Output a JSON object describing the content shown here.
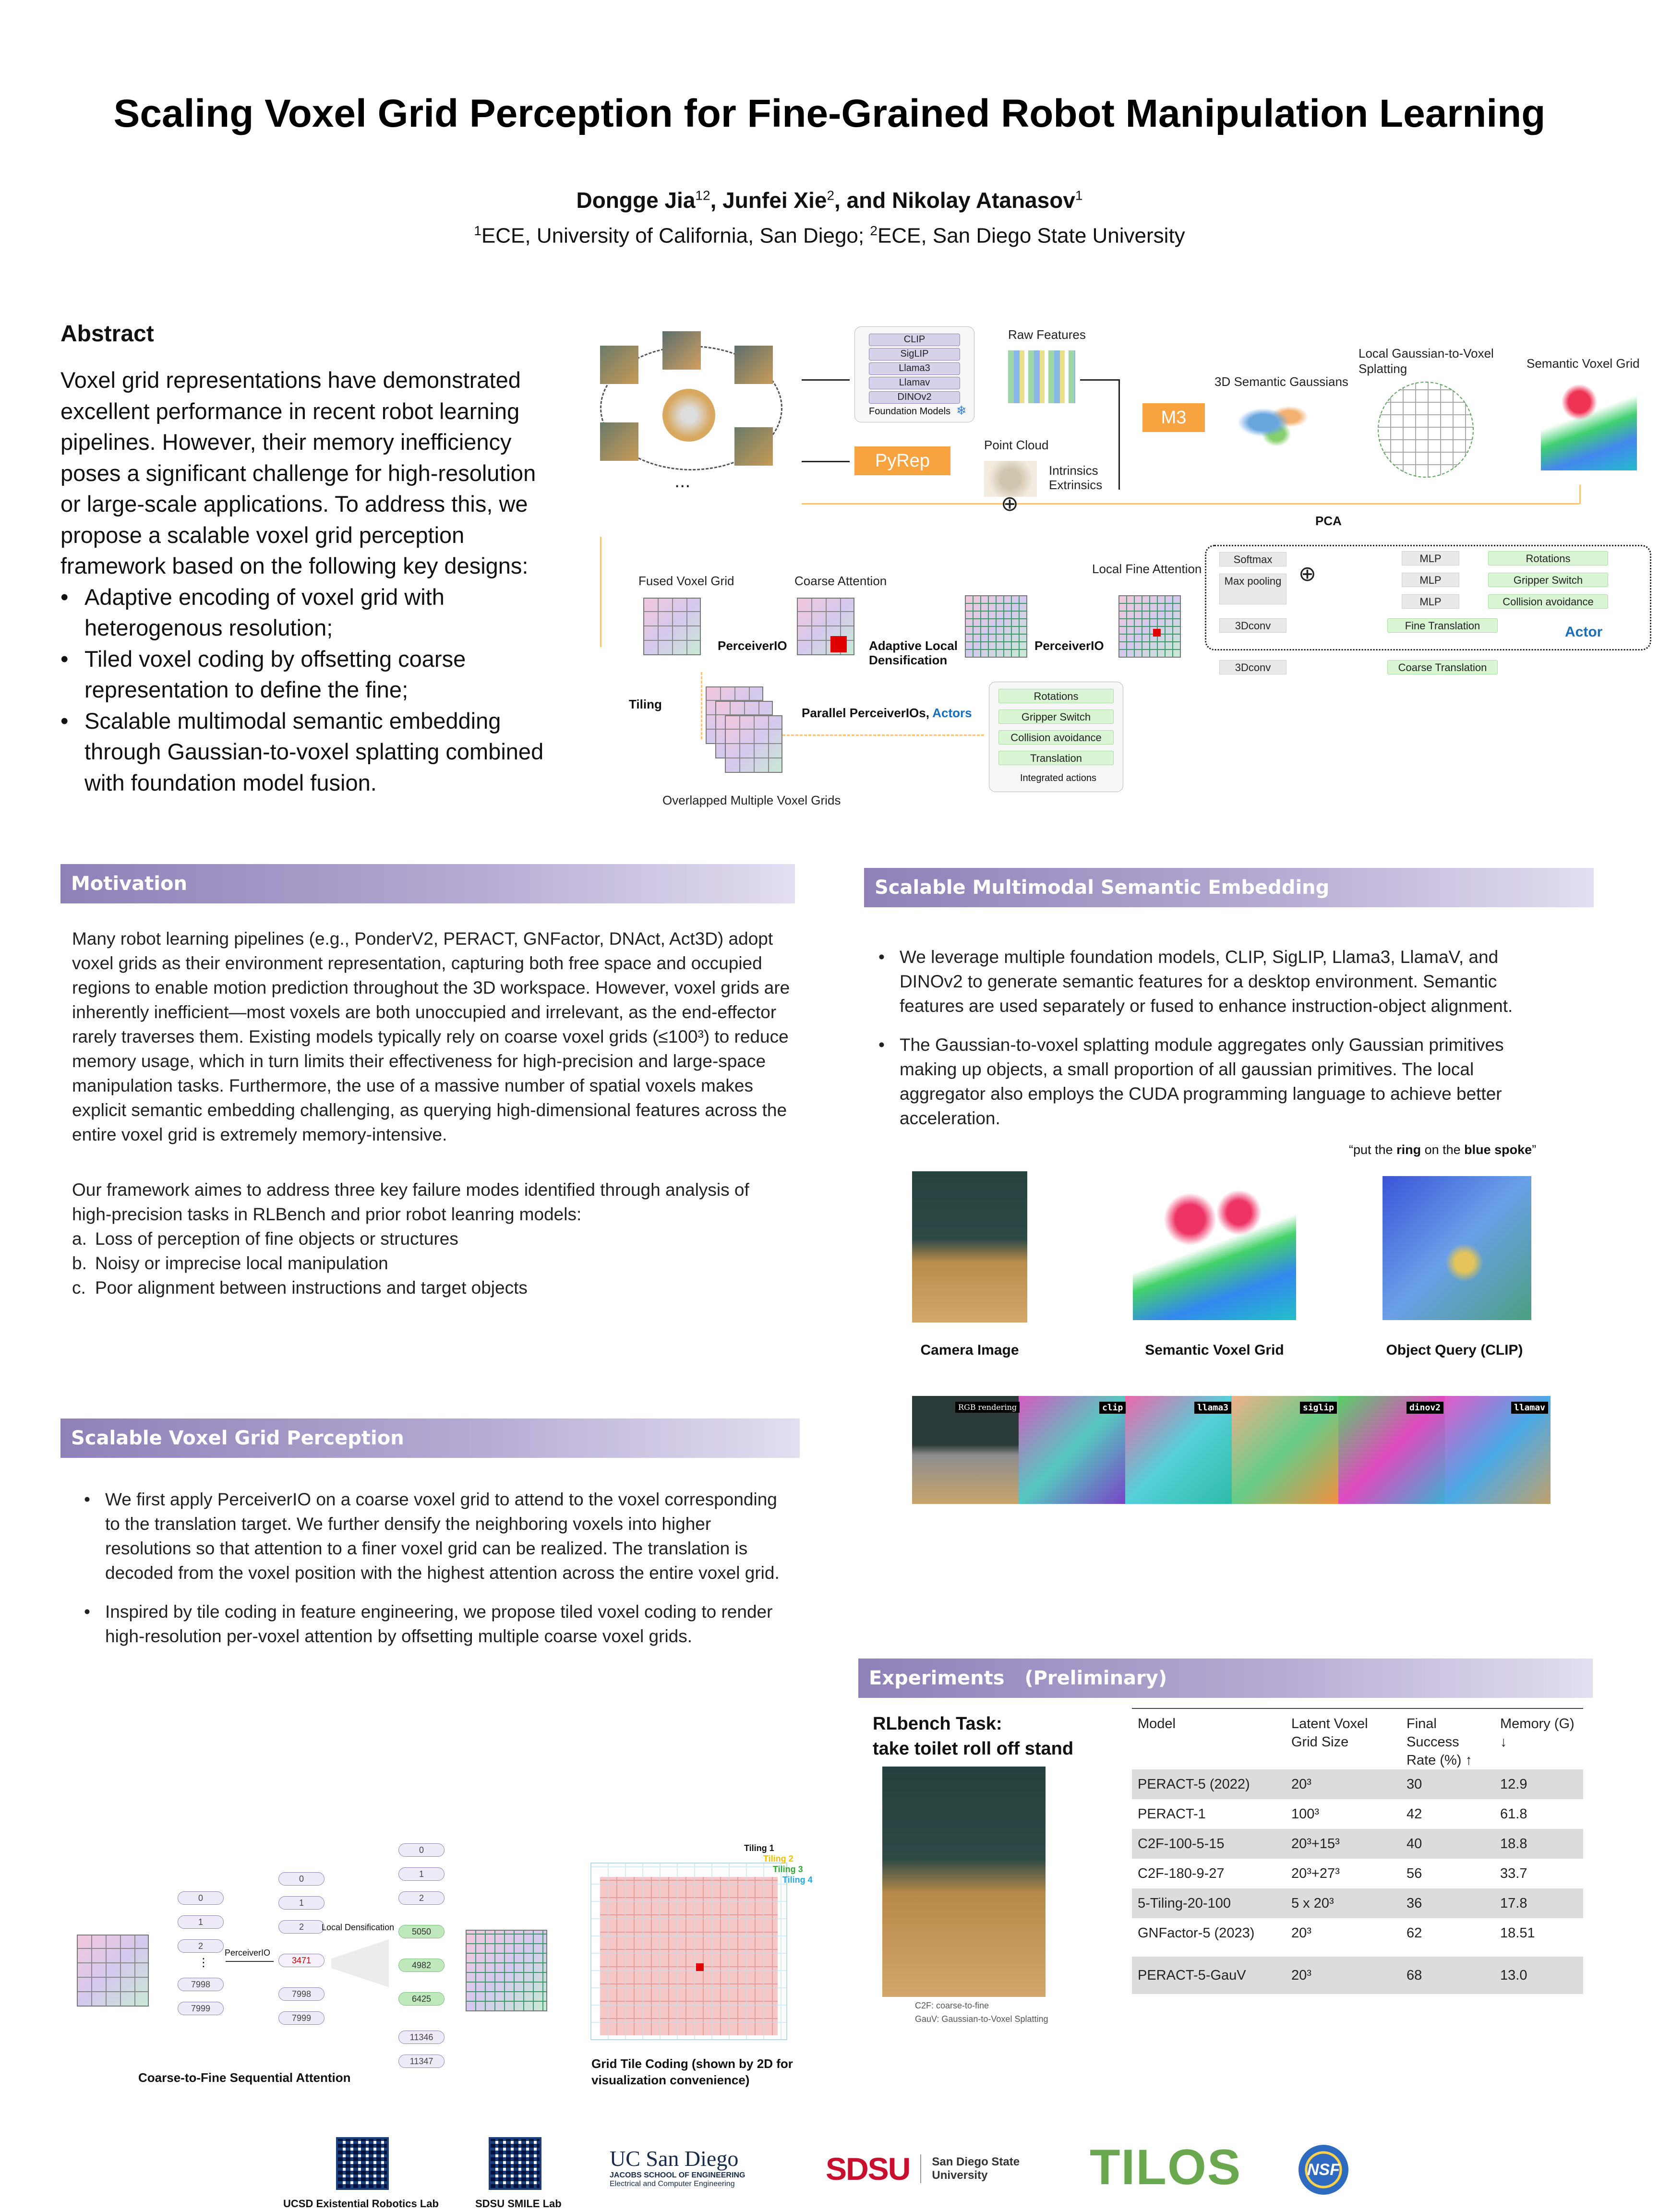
{
  "header": {
    "title": "Scaling Voxel Grid Perception for Fine-Grained Robot Manipulation Learning",
    "authors": [
      {
        "name": "Dongge Jia",
        "sup": "12",
        "sep": ", "
      },
      {
        "name": "Junfei Xie",
        "sup": "2",
        "sep": ", and "
      },
      {
        "name": "Nikolay Atanasov",
        "sup": "1",
        "sep": ""
      }
    ],
    "affil1_sup": "1",
    "affil1": "ECE, University of California, San Diego; ",
    "affil2_sup": "2",
    "affil2": "ECE, San Diego State University"
  },
  "abstract": {
    "heading": "Abstract",
    "text": "Voxel grid representations have demonstrated excellent performance in recent robot learning pipelines. However, their memory inefficiency poses a significant challenge for high-resolution or large-scale applications. To address this, we propose a scalable voxel grid perception framework based on the following key designs:",
    "bullets": [
      "Adaptive encoding of voxel grid with heterogenous resolution;",
      "Tiled voxel coding by offsetting coarse representation to define the fine;",
      "Scalable multimodal semantic embedding through Gaussian-to-voxel splatting combined with foundation model fusion."
    ]
  },
  "pipeline": {
    "foundation_models": [
      "CLIP",
      "SigLIP",
      "Llama3",
      "Llamav",
      "DINOv2"
    ],
    "foundation_label": "Foundation Models",
    "raw_features": "Raw Features",
    "pyrep": "PyRep",
    "point_cloud": "Point Cloud",
    "intrinsics": "Intrinsics",
    "extrinsics": "Extrinsics",
    "m3": "M3",
    "semantic_gaussians": "3D Semantic Gaussians",
    "local_splat": "Local Gaussian-to-Voxel Splatting",
    "semantic_voxel_grid": "Semantic Voxel Grid",
    "pca": "PCA",
    "ellipsis": "...",
    "fused_voxel_grid": "Fused Voxel Grid",
    "coarse_attention": "Coarse Attention",
    "local_fine_attention": "Local Fine Attention",
    "perceiverio_1": "PerceiverIO",
    "perceiverio_2": "PerceiverIO",
    "adaptive_local": "Adaptive Local Densification",
    "softmax": "Softmax",
    "max_pooling": "Max pooling",
    "mlp": [
      "MLP",
      "MLP",
      "MLP"
    ],
    "actor_outputs": [
      "Rotations",
      "Gripper Switch",
      "Collision avoidance"
    ],
    "conv3d_1": "3Dconv",
    "conv3d_2": "3Dconv",
    "fine_translation": "Fine Translation",
    "coarse_translation": "Coarse Translation",
    "actor": "Actor",
    "tiling": "Tiling",
    "parallel": "Parallel PerceiverIOs, ",
    "actors": "Actors",
    "integrated": [
      "Rotations",
      "Gripper Switch",
      "Collision avoidance",
      "Translation"
    ],
    "integrated_label": "Integrated actions",
    "overlapped": "Overlapped Multiple Voxel Grids"
  },
  "motivation": {
    "heading": "Motivation",
    "p1": "Many robot learning pipelines (e.g., PonderV2, PERACT, GNFactor, DNAct, Act3D) adopt voxel grids as their environment representation, capturing both free space and occupied regions to enable motion prediction throughout the 3D workspace. However, voxel grids are inherently inefficient—most voxels are both unoccupied and irrelevant, as the end-effector rarely traverses them. Existing models typically rely on coarse voxel grids (≤100³) to reduce memory usage, which in turn limits their effectiveness for high-precision and large-space manipulation tasks. Furthermore, the use of a massive number of spatial voxels makes explicit semantic embedding challenging, as querying high-dimensional features across the entire voxel grid is extremely memory-intensive.",
    "p2": "Our framework aimes to address three key failure modes identified through analysis of high-precision tasks in RLBench and prior robot leanring models:",
    "items": [
      {
        "mark": "a.",
        "text": "Loss of perception of fine objects or structures"
      },
      {
        "mark": "b.",
        "text": "Noisy or imprecise local manipulation"
      },
      {
        "mark": "c.",
        "text": "Poor alignment between instructions and target objects"
      }
    ]
  },
  "voxel": {
    "heading": "Scalable Voxel Grid Perception",
    "bullets": [
      "We first apply PerceiverIO on a coarse voxel grid to attend to the voxel corresponding to the translation target. We further densify the neighboring voxels into higher resolutions so that attention to a finer voxel grid can be realized. The translation is decoded from the voxel position with the highest attention across the entire voxel grid.",
      "Inspired by tile coding in feature engineering, we propose tiled voxel coding to render high-resolution per-voxel attention by offsetting multiple coarse voxel grids."
    ],
    "tokens_a": [
      "0",
      "1",
      "2",
      "⋮",
      "7998",
      "7999"
    ],
    "tokens_b": [
      "0",
      "1",
      "2",
      "3471",
      "7998",
      "7999"
    ],
    "tokens_c": [
      "0",
      "1",
      "2",
      "5050",
      "4982",
      "6425",
      "11346",
      "11347"
    ],
    "perceiverio": "PerceiverIO",
    "local_dens": "Local Densification",
    "c2f_caption": "Coarse-to-Fine Sequential Attention",
    "tilings": [
      "Tiling 1",
      "Tiling 2",
      "Tiling 3",
      "Tiling 4"
    ],
    "tile_colors": [
      "#222222",
      "#f0c000",
      "#33aa33",
      "#22aadd"
    ],
    "tile_caption": "Grid Tile Coding (shown by 2D for visualization convenience)"
  },
  "semantic": {
    "heading": "Scalable Multimodal Semantic Embedding",
    "bullets": [
      "We leverage multiple foundation models, CLIP, SigLIP, Llama3, LlamaV, and DINOv2 to generate semantic features for a desktop environment. Semantic features are used separately or fused to enhance instruction-object alignment.",
      "The Gaussian-to-voxel splatting module aggregates only Gaussian primitives making up objects, a small proportion of all gaussian primitives. The local aggregator also employs the CUDA programming language to achieve better acceleration."
    ],
    "query_pre": "“put the ",
    "query_ring": "ring",
    "query_mid": " on the ",
    "query_spoke": "blue spoke",
    "query_post": "”",
    "captions": [
      "Camera Image",
      "Semantic Voxel Grid",
      "Object Query (CLIP)"
    ],
    "strip_labels": [
      "RGB rendering",
      "clip",
      "llama3",
      "siglip",
      "dinov2",
      "llamav"
    ]
  },
  "experiments": {
    "heading": "Experiments   (Preliminary)",
    "task_title": "RLbench Task:",
    "task_name": "take toilet roll off stand",
    "note1": "C2F: coarse-to-fine",
    "note2": "GauV: Gaussian-to-Voxel Splatting",
    "columns": [
      "Model",
      "Latent Voxel Grid Size",
      "Final Success Rate (%) ↑",
      "Memory (G) ↓"
    ],
    "rows": [
      {
        "model": "PERACT-5 (2022)",
        "grid": "20³",
        "rate": "30",
        "mem": "12.9"
      },
      {
        "model": "PERACT-1",
        "grid": "100³",
        "rate": "42",
        "mem": "61.8"
      },
      {
        "model": "C2F-100-5-15",
        "grid": "20³+15³",
        "rate": "40",
        "mem": "18.8"
      },
      {
        "model": "C2F-180-9-27",
        "grid": "20³+27³",
        "rate": "56",
        "mem": "33.7"
      },
      {
        "model": "5-Tiling-20-100",
        "grid": "5 x 20³",
        "rate": "36",
        "mem": "17.8"
      },
      {
        "model": "GNFactor-5 (2023)",
        "grid": "20³",
        "rate": "62",
        "mem": "18.51"
      },
      {
        "model": "PERACT-5-GauV",
        "grid": "20³",
        "rate": "68",
        "mem": "13.0"
      }
    ]
  },
  "footer": {
    "qr1_label": "UCSD Existential Robotics Lab",
    "qr2_label": "SDSU SMILE Lab",
    "ucsd": "UC San Diego",
    "ucsd_sub1": "JACOBS SCHOOL OF ENGINEERING",
    "ucsd_sub2": "Electrical and Computer Engineering",
    "sdsu": "SDSU",
    "sdsu_name1": "San Diego State",
    "sdsu_name2": "University",
    "tilos": "TILOS",
    "nsf": "NSF"
  },
  "colors": {
    "accent_purple": "#9b8fc4",
    "actor_blue": "#1a6fb8",
    "red_title": "#c8102e",
    "tilos_green": "#6aa84f"
  }
}
